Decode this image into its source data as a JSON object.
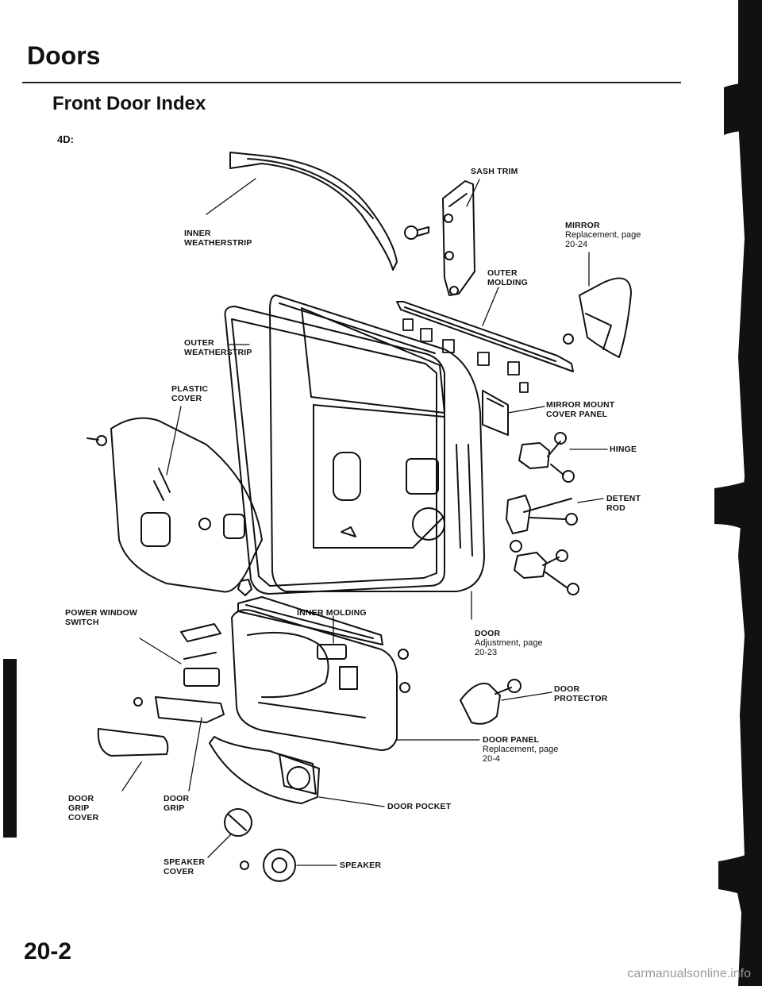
{
  "header": {
    "section_title": "Doors",
    "page_title": "Front Door Index",
    "variant": "4D:"
  },
  "footer": {
    "page_number": "20-2",
    "watermark": "carmanualsonline.info"
  },
  "callouts": {
    "sash_trim": "SASH TRIM",
    "inner_weatherstrip": [
      "INNER",
      "WEATHERSTRIP"
    ],
    "mirror": {
      "label": "MIRROR",
      "note": [
        "Replacement, page",
        "20-24"
      ]
    },
    "outer_molding": [
      "OUTER",
      "MOLDING"
    ],
    "outer_weatherstrip": [
      "OUTER",
      "WEATHERSTRIP"
    ],
    "plastic_cover": [
      "PLASTIC",
      "COVER"
    ],
    "mirror_mount_cover_panel": [
      "MIRROR MOUNT",
      "COVER PANEL"
    ],
    "hinge": "HINGE",
    "detent_rod": [
      "DETENT",
      "ROD"
    ],
    "power_window_switch": [
      "POWER WINDOW",
      "SWITCH"
    ],
    "inner_molding": "INNER MOLDING",
    "door": {
      "label": "DOOR",
      "note": [
        "Adjustment, page",
        "20-23"
      ]
    },
    "door_protector": [
      "DOOR",
      "PROTECTOR"
    ],
    "door_panel": {
      "label": "DOOR PANEL",
      "note": [
        "Replacement, page",
        "20-4"
      ]
    },
    "door_grip_cover": [
      "DOOR",
      "GRIP",
      "COVER"
    ],
    "door_grip": [
      "DOOR",
      "GRIP"
    ],
    "door_pocket": "DOOR POCKET",
    "speaker_cover": [
      "SPEAKER",
      "COVER"
    ],
    "speaker": "SPEAKER"
  }
}
